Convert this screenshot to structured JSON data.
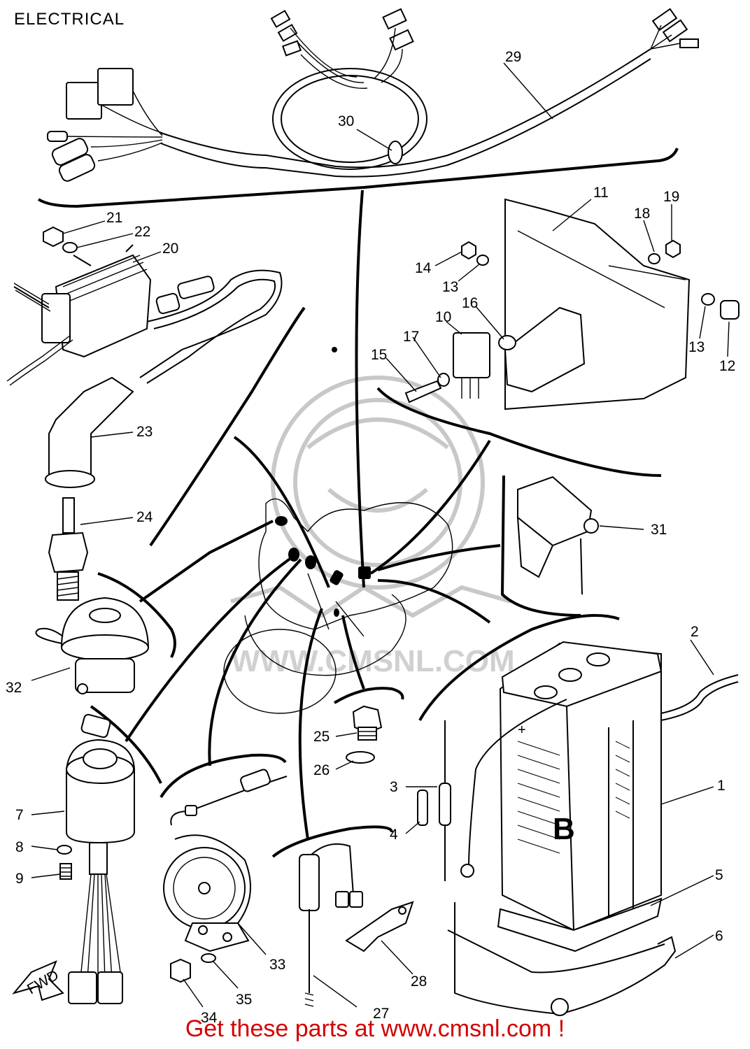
{
  "title": "ELECTRICAL",
  "footer": "Get these parts at www.cmsnl.com !",
  "watermark": "WWW.CMSNL.COM",
  "fwd_label": "FWD",
  "battery_mark_plus": "+",
  "battery_mark_b": "B",
  "colors": {
    "footer_text": "#d40000",
    "line_art": "#000000",
    "watermark": "#c8c8c8"
  },
  "callouts": [
    {
      "id": "1",
      "label": "1"
    },
    {
      "id": "2",
      "label": "2"
    },
    {
      "id": "3",
      "label": "3"
    },
    {
      "id": "4",
      "label": "4"
    },
    {
      "id": "5",
      "label": "5"
    },
    {
      "id": "6",
      "label": "6"
    },
    {
      "id": "7",
      "label": "7"
    },
    {
      "id": "8",
      "label": "8"
    },
    {
      "id": "9",
      "label": "9"
    },
    {
      "id": "10",
      "label": "10"
    },
    {
      "id": "11",
      "label": "11"
    },
    {
      "id": "12",
      "label": "12"
    },
    {
      "id": "13a",
      "label": "13"
    },
    {
      "id": "13b",
      "label": "13"
    },
    {
      "id": "14",
      "label": "14"
    },
    {
      "id": "15",
      "label": "15"
    },
    {
      "id": "16",
      "label": "16"
    },
    {
      "id": "17",
      "label": "17"
    },
    {
      "id": "18",
      "label": "18"
    },
    {
      "id": "19",
      "label": "19"
    },
    {
      "id": "20",
      "label": "20"
    },
    {
      "id": "21",
      "label": "21"
    },
    {
      "id": "22",
      "label": "22"
    },
    {
      "id": "23",
      "label": "23"
    },
    {
      "id": "24",
      "label": "24"
    },
    {
      "id": "25",
      "label": "25"
    },
    {
      "id": "26",
      "label": "26"
    },
    {
      "id": "27",
      "label": "27"
    },
    {
      "id": "28",
      "label": "28"
    },
    {
      "id": "29",
      "label": "29"
    },
    {
      "id": "30",
      "label": "30"
    },
    {
      "id": "31",
      "label": "31"
    },
    {
      "id": "32",
      "label": "32"
    },
    {
      "id": "33",
      "label": "33"
    },
    {
      "id": "34",
      "label": "34"
    },
    {
      "id": "35",
      "label": "35"
    }
  ]
}
